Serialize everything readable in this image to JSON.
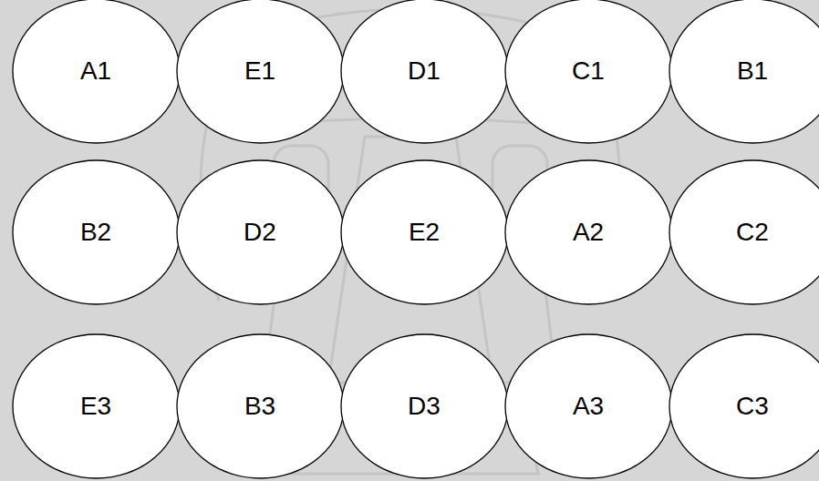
{
  "diagram": {
    "nodes": [
      {
        "text": [
          "A1"
        ]
      },
      {
        "text": [
          "E1"
        ]
      },
      {
        "text": [
          "D1"
        ]
      },
      {
        "text": [
          "C1"
        ]
      },
      {
        "text": [
          "B1"
        ]
      },
      {
        "text": [
          "B2"
        ]
      },
      {
        "text": [
          "D2"
        ]
      },
      {
        "text": [
          "E2"
        ]
      },
      {
        "text": [
          "A2"
        ]
      },
      {
        "text": [
          "C2"
        ]
      },
      {
        "text": [
          "E3"
        ]
      },
      {
        "text": [
          "B3"
        ]
      },
      {
        "text": [
          "D3"
        ]
      },
      {
        "text": [
          "A3"
        ]
      },
      {
        "text": [
          "C3"
        ]
      }
    ]
  }
}
